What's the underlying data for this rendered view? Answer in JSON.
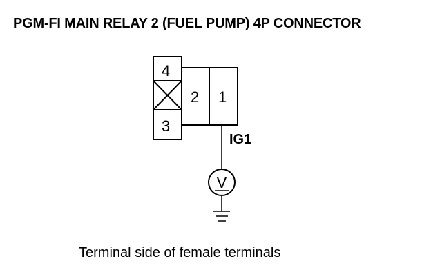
{
  "title": "PGM-FI MAIN RELAY 2 (FUEL PUMP) 4P CONNECTOR",
  "connector": {
    "pins": [
      {
        "number": "4"
      },
      {
        "number": "2"
      },
      {
        "number": "1"
      },
      {
        "number": "3"
      }
    ],
    "unused_cavity": "X"
  },
  "signal_label": "IG1",
  "meter_symbol": "V",
  "caption": "Terminal side of female terminals",
  "colors": {
    "line": "#000000",
    "background": "#ffffff"
  }
}
